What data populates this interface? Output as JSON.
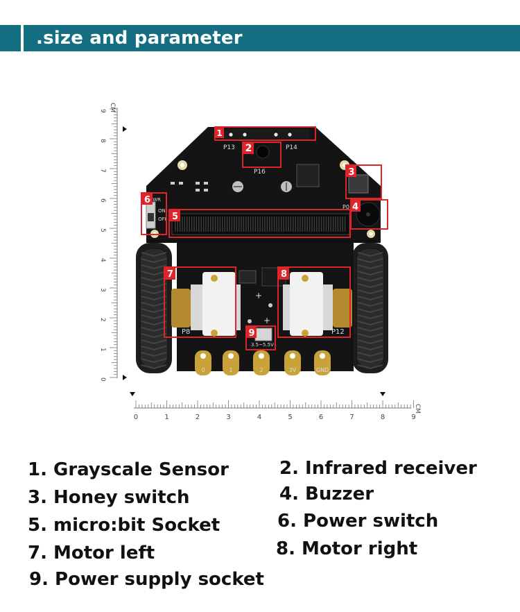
{
  "header": {
    "title": ".size and parameter"
  },
  "ruler": {
    "unit": "CM",
    "vertical_ticks": [
      "0",
      "1",
      "2",
      "3",
      "4",
      "5",
      "6",
      "7",
      "8",
      "9"
    ],
    "horizontal_ticks": [
      "0",
      "1",
      "2",
      "3",
      "4",
      "5",
      "6",
      "7",
      "8",
      "9"
    ]
  },
  "board": {
    "labels": {
      "p13": "P13",
      "p14": "P14",
      "p16": "P16",
      "p8": "P8",
      "p12": "P12",
      "p0": "P0",
      "pwr": "PWR",
      "on": "ON",
      "off": "OFF",
      "voltage": "3.5~5.5V"
    },
    "pads": [
      "0",
      "1",
      "2",
      "3V",
      "GND"
    ],
    "markers": [
      "1",
      "2",
      "3",
      "4",
      "5",
      "6",
      "7",
      "8",
      "9"
    ]
  },
  "parts": [
    "1. Grayscale Sensor",
    "2. Infrared receiver",
    "3. Honey switch",
    "4. Buzzer",
    "5. micro:bit Socket",
    "6. Power switch",
    "7. Motor left",
    "8. Motor right",
    "9. Power supply socket"
  ],
  "colors": {
    "banner": "#126e80",
    "marker": "#e0242b",
    "board": "#141414",
    "gold": "#c9a23a"
  }
}
